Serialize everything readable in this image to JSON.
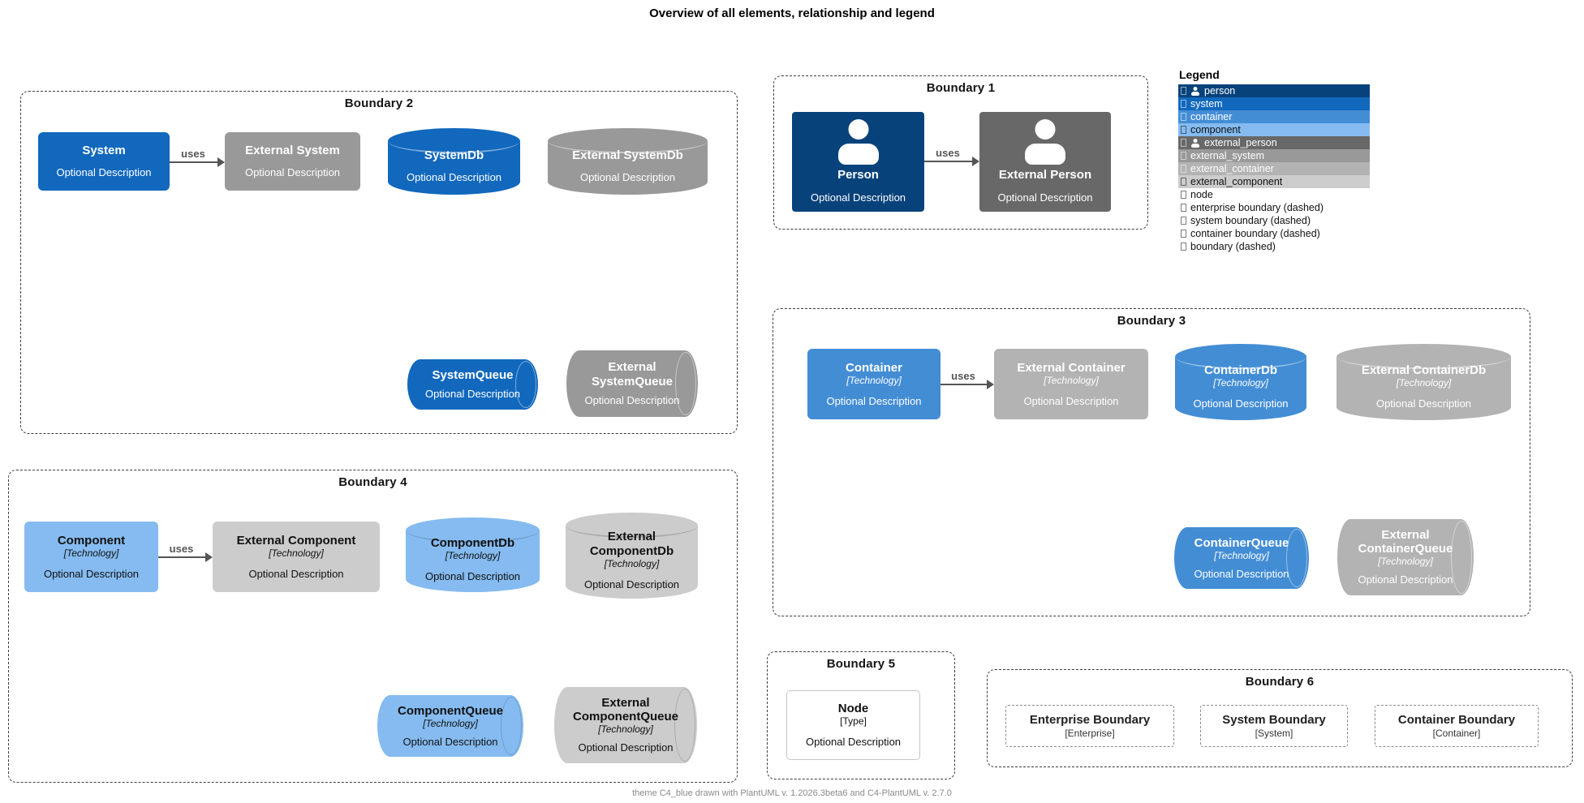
{
  "title": "Overview of all elements, relationship and legend",
  "footer": "theme C4_blue drawn with PlantUML v. 1.2026.3beta6 and C4-PlantUML v. 2.7.0",
  "colors": {
    "person": "#08427B",
    "system": "#1168BD",
    "container": "#438DD5",
    "component": "#85BBF0",
    "external_person": "#686868",
    "external_system": "#999999",
    "external_container": "#B3B3B3",
    "external_component": "#CCCCCC",
    "text_light": "#FFFFFF",
    "text_dark": "#111111"
  },
  "boundaries": {
    "b1": "Boundary 1",
    "b2": "Boundary 2",
    "b3": "Boundary 3",
    "b4": "Boundary 4",
    "b5": "Boundary 5",
    "b6": "Boundary 6"
  },
  "relations": {
    "b1": "uses",
    "b2": "uses",
    "b3": "uses",
    "b4": "uses"
  },
  "elements": {
    "system": {
      "name": "System",
      "desc": "Optional Description"
    },
    "external_system": {
      "name": "External System",
      "desc": "Optional Description"
    },
    "system_db": {
      "name": "SystemDb",
      "desc": "Optional Description"
    },
    "external_system_db": {
      "name": "External SystemDb",
      "desc": "Optional Description"
    },
    "system_queue": {
      "name": "SystemQueue",
      "desc": "Optional Description"
    },
    "external_system_queue": {
      "name": "External SystemQueue",
      "desc": "Optional Description"
    },
    "person": {
      "name": "Person",
      "desc": "Optional Description"
    },
    "external_person": {
      "name": "External Person",
      "desc": "Optional Description"
    },
    "container": {
      "name": "Container",
      "tech": "[Technology]",
      "desc": "Optional Description"
    },
    "external_container": {
      "name": "External Container",
      "tech": "[Technology]",
      "desc": "Optional Description"
    },
    "container_db": {
      "name": "ContainerDb",
      "tech": "[Technology]",
      "desc": "Optional Description"
    },
    "external_container_db": {
      "name": "External ContainerDb",
      "tech": "[Technology]",
      "desc": "Optional Description"
    },
    "container_queue": {
      "name": "ContainerQueue",
      "tech": "[Technology]",
      "desc": "Optional Description"
    },
    "external_container_queue": {
      "name": "External ContainerQueue",
      "tech": "[Technology]",
      "desc": "Optional Description"
    },
    "component": {
      "name": "Component",
      "tech": "[Technology]",
      "desc": "Optional Description"
    },
    "external_component": {
      "name": "External Component",
      "tech": "[Technology]",
      "desc": "Optional Description"
    },
    "component_db": {
      "name": "ComponentDb",
      "tech": "[Technology]",
      "desc": "Optional Description"
    },
    "external_component_db": {
      "name": "External ComponentDb",
      "tech": "[Technology]",
      "desc": "Optional Description"
    },
    "component_queue": {
      "name": "ComponentQueue",
      "tech": "[Technology]",
      "desc": "Optional Description"
    },
    "external_component_queue": {
      "name": "External ComponentQueue",
      "tech": "[Technology]",
      "desc": "Optional Description"
    },
    "node": {
      "name": "Node",
      "type": "[Type]",
      "desc": "Optional Description"
    },
    "enterprise_boundary": {
      "name": "Enterprise Boundary",
      "type": "[Enterprise]"
    },
    "system_boundary": {
      "name": "System Boundary",
      "type": "[System]"
    },
    "container_boundary": {
      "name": "Container Boundary",
      "type": "[Container]"
    }
  },
  "legend": {
    "title": "Legend",
    "items": [
      {
        "label": "person",
        "bg": "#08427B",
        "fg": "#FFFFFF",
        "icon": "person"
      },
      {
        "label": "system",
        "bg": "#1168BD",
        "fg": "#FFFFFF"
      },
      {
        "label": "container",
        "bg": "#438DD5",
        "fg": "#FFFFFF"
      },
      {
        "label": "component",
        "bg": "#85BBF0",
        "fg": "#111111"
      },
      {
        "label": "external_person",
        "bg": "#686868",
        "fg": "#FFFFFF",
        "icon": "person"
      },
      {
        "label": "external_system",
        "bg": "#999999",
        "fg": "#FFFFFF"
      },
      {
        "label": "external_container",
        "bg": "#B3B3B3",
        "fg": "#FFFFFF"
      },
      {
        "label": "external_component",
        "bg": "#CCCCCC",
        "fg": "#111111"
      },
      {
        "label": "node",
        "bg": "#FFFFFF",
        "fg": "#111111"
      },
      {
        "label": "enterprise boundary (dashed)",
        "bg": "#FFFFFF",
        "fg": "#111111"
      },
      {
        "label": "system boundary (dashed)",
        "bg": "#FFFFFF",
        "fg": "#111111"
      },
      {
        "label": "container boundary (dashed)",
        "bg": "#FFFFFF",
        "fg": "#111111"
      },
      {
        "label": "boundary (dashed)",
        "bg": "#FFFFFF",
        "fg": "#111111"
      }
    ]
  }
}
